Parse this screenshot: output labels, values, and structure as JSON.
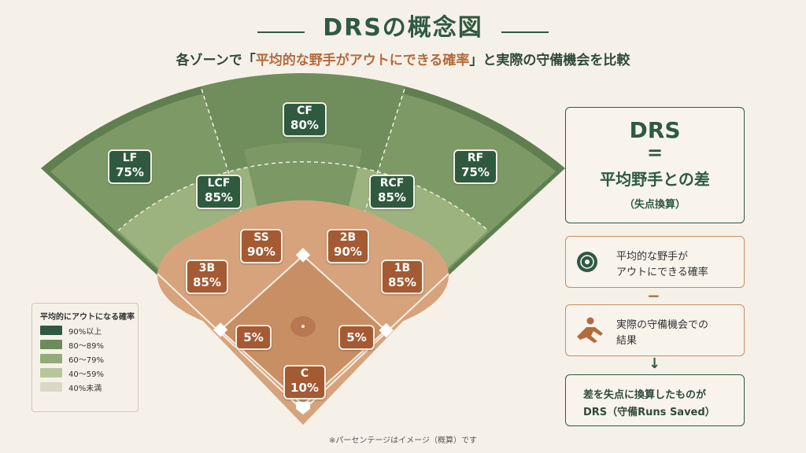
{
  "title": "DRSの概念図",
  "subtitle": {
    "before": "各ゾーンで「",
    "highlight": "平均的な野手がアウトにできる確率",
    "after": "」と実際の守備機会を比較"
  },
  "zones": {
    "cf": {
      "label": "CF",
      "pct": "80%"
    },
    "lf": {
      "label": "LF",
      "pct": "75%"
    },
    "rf": {
      "label": "RF",
      "pct": "75%"
    },
    "lcf": {
      "label": "LCF",
      "pct": "85%"
    },
    "rcf": {
      "label": "RCF",
      "pct": "85%"
    },
    "ss": {
      "label": "SS",
      "pct": "90%"
    },
    "2b": {
      "label": "2B",
      "pct": "90%"
    },
    "3b": {
      "label": "3B",
      "pct": "85%"
    },
    "1b": {
      "label": "1B",
      "pct": "85%"
    },
    "left5": {
      "pct": "5%"
    },
    "right5": {
      "pct": "5%"
    },
    "c": {
      "label": "C",
      "pct": "10%"
    }
  },
  "legend": {
    "title": "平均的にアウトになる確率",
    "items": [
      {
        "label": "90%以上",
        "color": "#2f5a40"
      },
      {
        "label": "80〜89%",
        "color": "#6c8a5c"
      },
      {
        "label": "60〜79%",
        "color": "#93ab78"
      },
      {
        "label": "40〜59%",
        "color": "#b7c69b"
      },
      {
        "label": "40%未満",
        "color": "#dad8c6"
      }
    ]
  },
  "right": {
    "drs": "DRS",
    "equals": "=",
    "definition": "平均野手との差",
    "unit": "（失点換算）",
    "avg_line1": "平均的な野手が",
    "avg_line2": "アウトにできる確率",
    "minus": "−",
    "actual_line1": "実際の守備機会での",
    "actual_line2": "結果",
    "arrow": "↓",
    "result_line1": "差を失点に換算したものが",
    "result_line2": "DRS（守備Runs Saved）"
  },
  "note": "※パーセンテージはイメージ（概算）です"
}
